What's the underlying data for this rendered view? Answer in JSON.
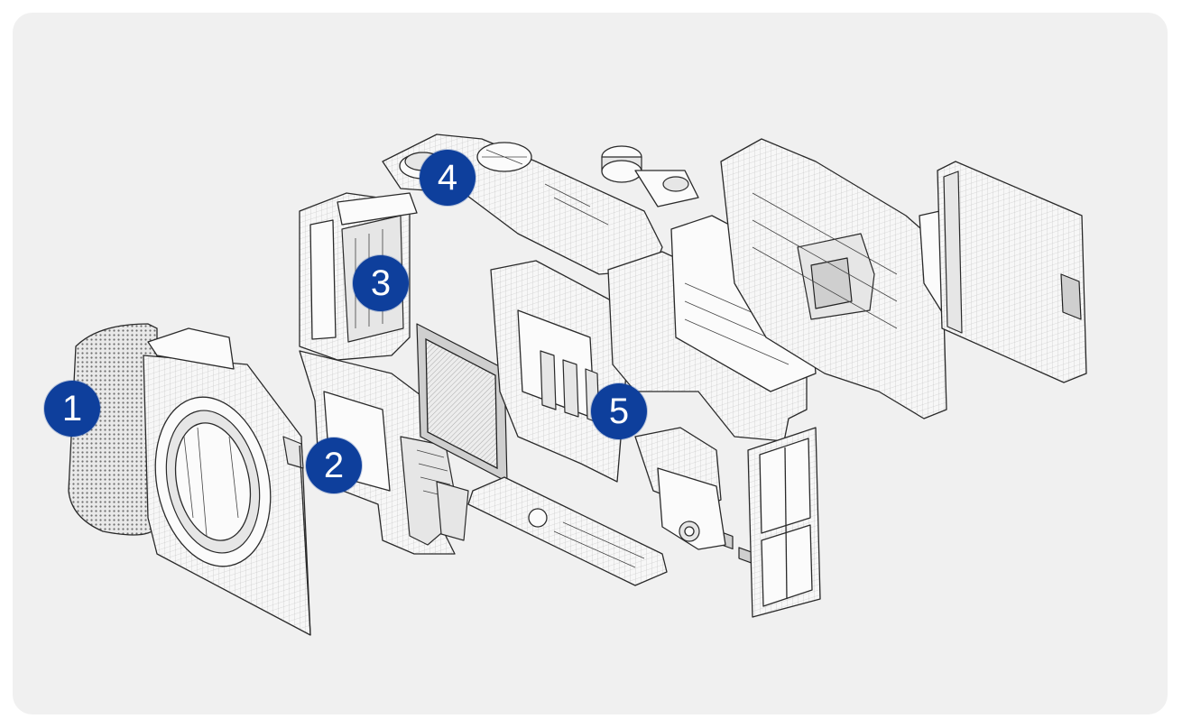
{
  "diagram": {
    "type": "exploded-view",
    "callouts": [
      {
        "id": 1,
        "label": "1"
      },
      {
        "id": 2,
        "label": "2"
      },
      {
        "id": 3,
        "label": "3"
      },
      {
        "id": 4,
        "label": "4"
      },
      {
        "id": 5,
        "label": "5"
      }
    ]
  },
  "colors": {
    "panel_background": "#f0f0f0",
    "callout_fill": "#0e3f9c",
    "callout_text": "#ffffff",
    "line_art": "#2a2a2a"
  }
}
